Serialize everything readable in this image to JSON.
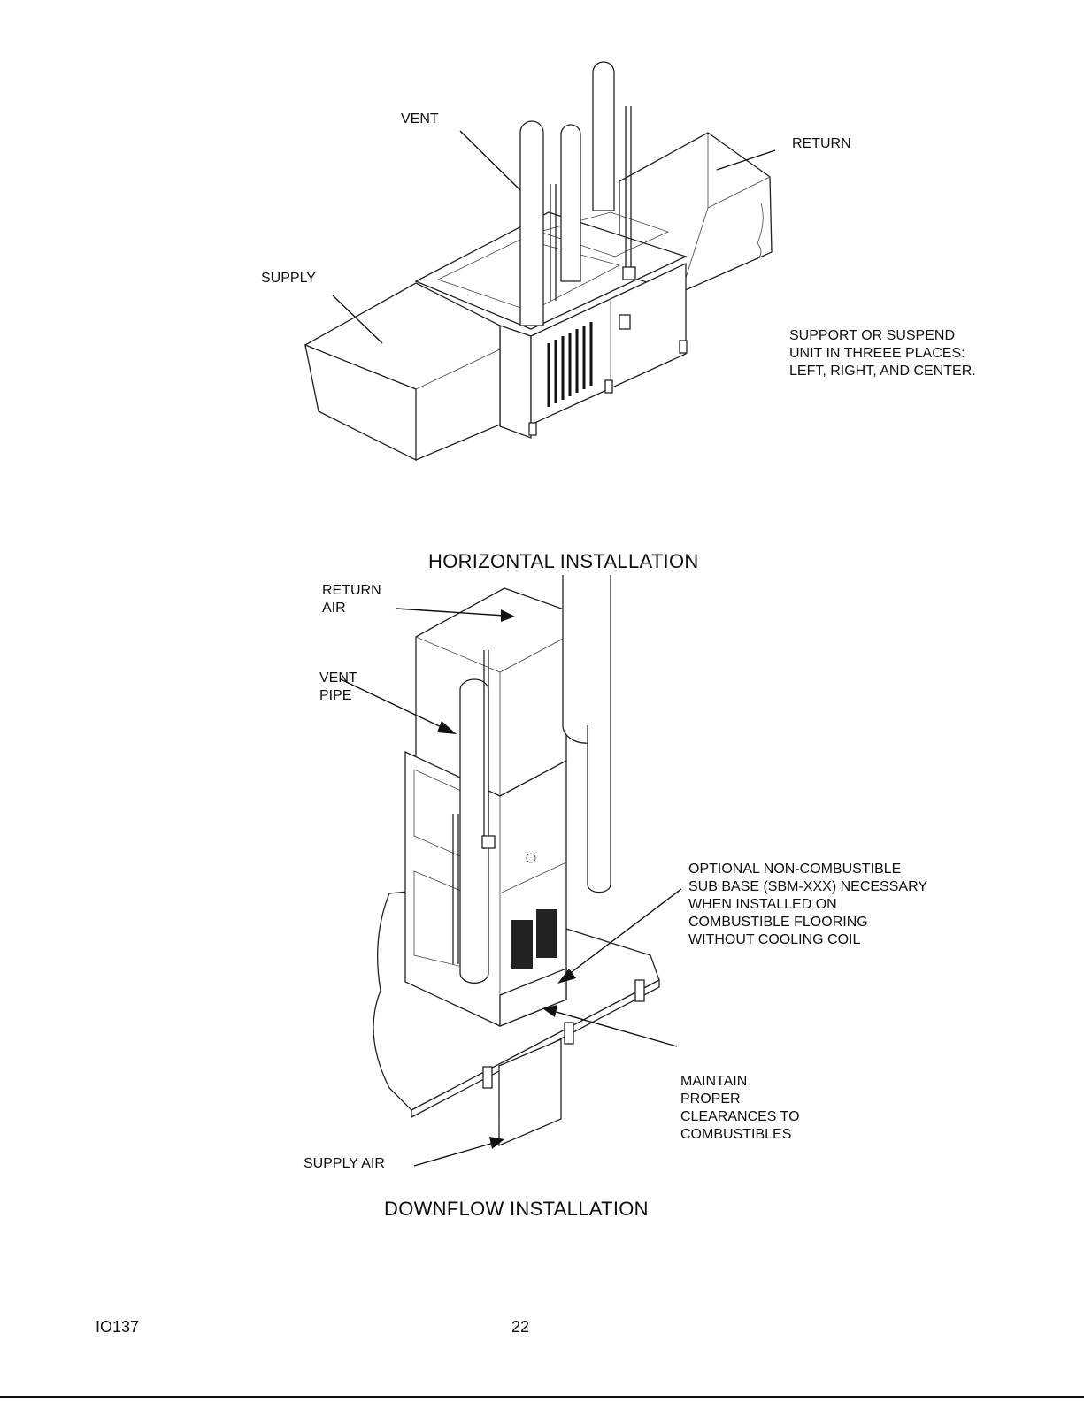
{
  "horizontal": {
    "caption": "HORIZONTAL INSTALLATION",
    "labels": {
      "vent": "VENT",
      "return": "RETURN",
      "supply": "SUPPLY",
      "support_note": [
        "SUPPORT OR SUSPEND",
        "UNIT IN THREEE PLACES:",
        "LEFT, RIGHT, AND CENTER."
      ]
    }
  },
  "downflow": {
    "caption": "DOWNFLOW INSTALLATION",
    "labels": {
      "return_air": [
        "RETURN",
        "AIR"
      ],
      "vent_pipe": [
        "VENT",
        "PIPE"
      ],
      "sub_base_note": [
        "OPTIONAL NON-COMBUSTIBLE",
        "SUB BASE (SBM-XXX) NECESSARY",
        "WHEN INSTALLED ON",
        "COMBUSTIBLE FLOORING",
        "WITHOUT COOLING COIL"
      ],
      "clearance_note": [
        "MAINTAIN",
        "PROPER",
        "CLEARANCES TO",
        "COMBUSTIBLES"
      ],
      "supply_air": "SUPPLY AIR"
    }
  },
  "footer": {
    "doc_id": "IO137",
    "page_number": "22"
  }
}
